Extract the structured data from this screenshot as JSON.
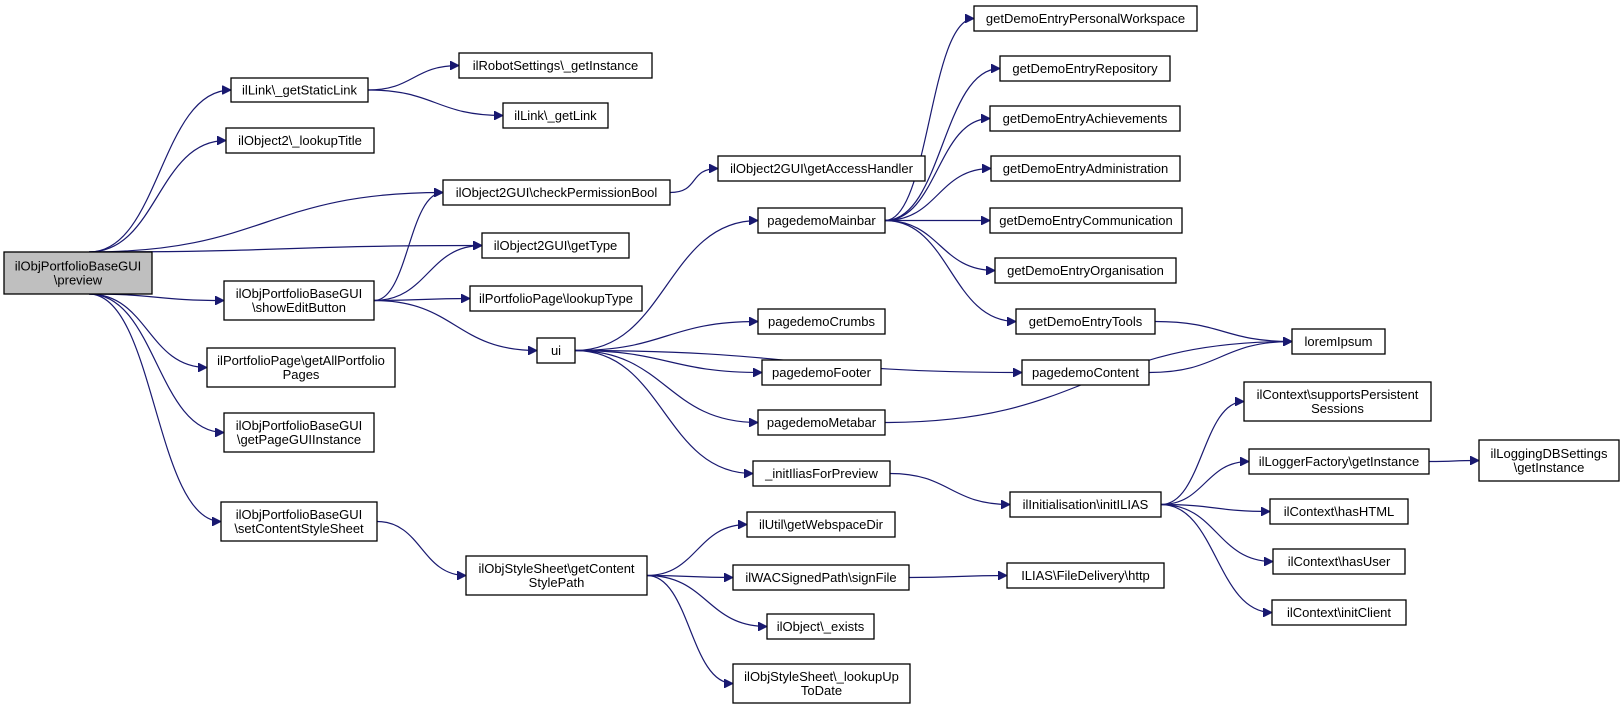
{
  "graph": {
    "edge_color": "#191970",
    "root_fill": "#bfbfbf",
    "nodes": [
      {
        "id": "root",
        "lines": [
          "ilObjPortfolioBaseGUI",
          "\\preview"
        ]
      },
      {
        "id": "getStaticLink",
        "lines": [
          "ilLink\\_getStaticLink"
        ]
      },
      {
        "id": "lookupTitle",
        "lines": [
          "ilObject2\\_lookupTitle"
        ]
      },
      {
        "id": "checkPermissionBool",
        "lines": [
          "ilObject2GUI\\checkPermissionBool"
        ]
      },
      {
        "id": "getType",
        "lines": [
          "ilObject2GUI\\getType"
        ]
      },
      {
        "id": "showEditButton",
        "lines": [
          "ilObjPortfolioBaseGUI",
          "\\showEditButton"
        ]
      },
      {
        "id": "getAllPortfolioPages",
        "lines": [
          "ilPortfolioPage\\getAllPortfolio",
          "Pages"
        ]
      },
      {
        "id": "getPageGUIInstance",
        "lines": [
          "ilObjPortfolioBaseGUI",
          "\\getPageGUIInstance"
        ]
      },
      {
        "id": "setContentStyleSheet",
        "lines": [
          "ilObjPortfolioBaseGUI",
          "\\setContentStyleSheet"
        ]
      },
      {
        "id": "robotGetInstance",
        "lines": [
          "ilRobotSettings\\_getInstance"
        ]
      },
      {
        "id": "getLink",
        "lines": [
          "ilLink\\_getLink"
        ]
      },
      {
        "id": "getAccessHandler",
        "lines": [
          "ilObject2GUI\\getAccessHandler"
        ]
      },
      {
        "id": "lookupType",
        "lines": [
          "ilPortfolioPage\\lookupType"
        ]
      },
      {
        "id": "ui",
        "lines": [
          "ui"
        ]
      },
      {
        "id": "getContentStylePath",
        "lines": [
          "ilObjStyleSheet\\getContent",
          "StylePath"
        ]
      },
      {
        "id": "pagedemoMainbar",
        "lines": [
          "pagedemoMainbar"
        ]
      },
      {
        "id": "pagedemoCrumbs",
        "lines": [
          "pagedemoCrumbs"
        ]
      },
      {
        "id": "pagedemoFooter",
        "lines": [
          "pagedemoFooter"
        ]
      },
      {
        "id": "pagedemoMetabar",
        "lines": [
          "pagedemoMetabar"
        ]
      },
      {
        "id": "initIliasForPreview",
        "lines": [
          "_initIliasForPreview"
        ]
      },
      {
        "id": "getWebspaceDir",
        "lines": [
          "ilUtil\\getWebspaceDir"
        ]
      },
      {
        "id": "signFile",
        "lines": [
          "ilWACSignedPath\\signFile"
        ]
      },
      {
        "id": "objectExists",
        "lines": [
          "ilObject\\_exists"
        ]
      },
      {
        "id": "lookupUpToDate",
        "lines": [
          "ilObjStyleSheet\\_lookupUp",
          "ToDate"
        ]
      },
      {
        "id": "personalWorkspace",
        "lines": [
          "getDemoEntryPersonalWorkspace"
        ]
      },
      {
        "id": "repository",
        "lines": [
          "getDemoEntryRepository"
        ]
      },
      {
        "id": "achievements",
        "lines": [
          "getDemoEntryAchievements"
        ]
      },
      {
        "id": "administration",
        "lines": [
          "getDemoEntryAdministration"
        ]
      },
      {
        "id": "communication",
        "lines": [
          "getDemoEntryCommunication"
        ]
      },
      {
        "id": "organisation",
        "lines": [
          "getDemoEntryOrganisation"
        ]
      },
      {
        "id": "tools",
        "lines": [
          "getDemoEntryTools"
        ]
      },
      {
        "id": "pagedemoContent",
        "lines": [
          "pagedemoContent"
        ]
      },
      {
        "id": "initILIAS",
        "lines": [
          "ilInitialisation\\initILIAS"
        ]
      },
      {
        "id": "fileDeliveryHttp",
        "lines": [
          "ILIAS\\FileDelivery\\http"
        ]
      },
      {
        "id": "loremIpsum",
        "lines": [
          "loremIpsum"
        ]
      },
      {
        "id": "supportsPersistentSessions",
        "lines": [
          "ilContext\\supportsPersistent",
          "Sessions"
        ]
      },
      {
        "id": "loggerGetInstance",
        "lines": [
          "ilLoggerFactory\\getInstance"
        ]
      },
      {
        "id": "hasHTML",
        "lines": [
          "ilContext\\hasHTML"
        ]
      },
      {
        "id": "hasUser",
        "lines": [
          "ilContext\\hasUser"
        ]
      },
      {
        "id": "initClient",
        "lines": [
          "ilContext\\initClient"
        ]
      },
      {
        "id": "loggingDBGetInstance",
        "lines": [
          "ilLoggingDBSettings",
          "\\getInstance"
        ]
      }
    ],
    "edges": [
      [
        "root",
        "getStaticLink"
      ],
      [
        "root",
        "lookupTitle"
      ],
      [
        "root",
        "checkPermissionBool"
      ],
      [
        "root",
        "getType"
      ],
      [
        "root",
        "showEditButton"
      ],
      [
        "root",
        "getAllPortfolioPages"
      ],
      [
        "root",
        "getPageGUIInstance"
      ],
      [
        "root",
        "setContentStyleSheet"
      ],
      [
        "getStaticLink",
        "robotGetInstance"
      ],
      [
        "getStaticLink",
        "getLink"
      ],
      [
        "checkPermissionBool",
        "getAccessHandler"
      ],
      [
        "showEditButton",
        "checkPermissionBool"
      ],
      [
        "showEditButton",
        "getType"
      ],
      [
        "showEditButton",
        "lookupType"
      ],
      [
        "showEditButton",
        "ui"
      ],
      [
        "setContentStyleSheet",
        "getContentStylePath"
      ],
      [
        "ui",
        "pagedemoMainbar"
      ],
      [
        "ui",
        "pagedemoContent"
      ],
      [
        "ui",
        "pagedemoCrumbs"
      ],
      [
        "ui",
        "pagedemoFooter"
      ],
      [
        "ui",
        "pagedemoMetabar"
      ],
      [
        "ui",
        "initIliasForPreview"
      ],
      [
        "pagedemoMainbar",
        "personalWorkspace"
      ],
      [
        "pagedemoMainbar",
        "repository"
      ],
      [
        "pagedemoMainbar",
        "achievements"
      ],
      [
        "pagedemoMainbar",
        "administration"
      ],
      [
        "pagedemoMainbar",
        "communication"
      ],
      [
        "pagedemoMainbar",
        "organisation"
      ],
      [
        "pagedemoMainbar",
        "tools"
      ],
      [
        "tools",
        "loremIpsum"
      ],
      [
        "pagedemoContent",
        "loremIpsum"
      ],
      [
        "pagedemoMetabar",
        "loremIpsum"
      ],
      [
        "initIliasForPreview",
        "initILIAS"
      ],
      [
        "initILIAS",
        "supportsPersistentSessions"
      ],
      [
        "initILIAS",
        "loggerGetInstance"
      ],
      [
        "initILIAS",
        "hasHTML"
      ],
      [
        "initILIAS",
        "hasUser"
      ],
      [
        "initILIAS",
        "initClient"
      ],
      [
        "loggerGetInstance",
        "loggingDBGetInstance"
      ],
      [
        "getContentStylePath",
        "getWebspaceDir"
      ],
      [
        "getContentStylePath",
        "signFile"
      ],
      [
        "getContentStylePath",
        "objectExists"
      ],
      [
        "getContentStylePath",
        "lookupUpToDate"
      ],
      [
        "signFile",
        "fileDeliveryHttp"
      ]
    ]
  }
}
